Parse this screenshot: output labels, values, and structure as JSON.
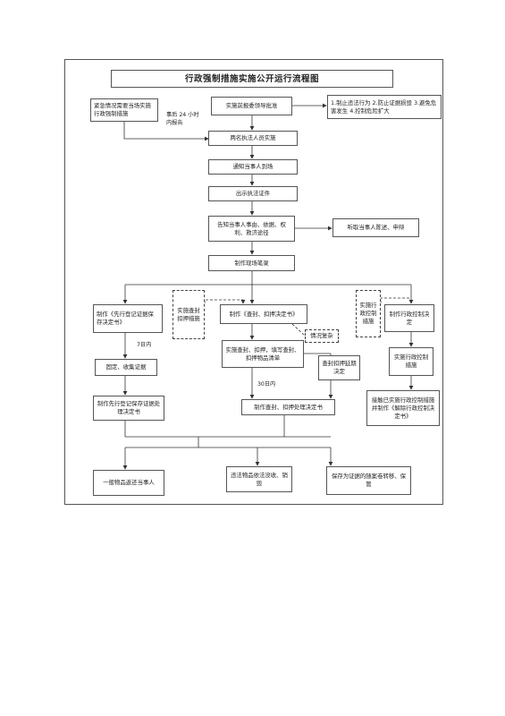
{
  "title": "行政强制措施实施公开运行流程图",
  "nodes": {
    "emergency": "紧急情况需要当场实施行政强制措施",
    "report_24h": "事后 24 小时内报告",
    "pre_approval": "实施前报委领导批准",
    "conditions": "1.制止违法行为 2.防止证据损毁 3.避免危害发生 4.控制危险扩大",
    "two_officers": "两名执法人员实施",
    "notify_party": "通知当事人到场",
    "show_id": "出示执法证件",
    "inform_party": "告知当事人事由、依据、权利、救济途径",
    "hear_party": "听取当事人陈述、申辩",
    "record": "制作现场笔录",
    "left_decision": "制作《先行登记证据保存决定书》",
    "seal_measure": "实施查封扣押措施",
    "seal_decision": "制作《查封、扣押决定书》",
    "complex_case": "情况复杂",
    "do_seal": "实施查封、扣押，填写查封、扣押物品清单",
    "extend_seal": "查封扣押延期决定",
    "control_measure": "实施行政控制措施",
    "control_decision": "制作行政控制决定",
    "do_control": "实施行政控制措施",
    "release_control": "接触已实施行政控制措施并制作《解除行政控制决定书》",
    "fix_evidence": "固定、收集证据",
    "left_handle": "制作先行登记保存证据处理决定书",
    "seal_handle": "制作查封、扣押处理决定书",
    "return_items": "一般物品返还当事人",
    "confiscate": "违法物品依法没收、销毁",
    "preserve": "保存为证据的随案卷转移、保管"
  },
  "labels": {
    "seven_days": "7日内",
    "thirty_days": "30日内"
  }
}
